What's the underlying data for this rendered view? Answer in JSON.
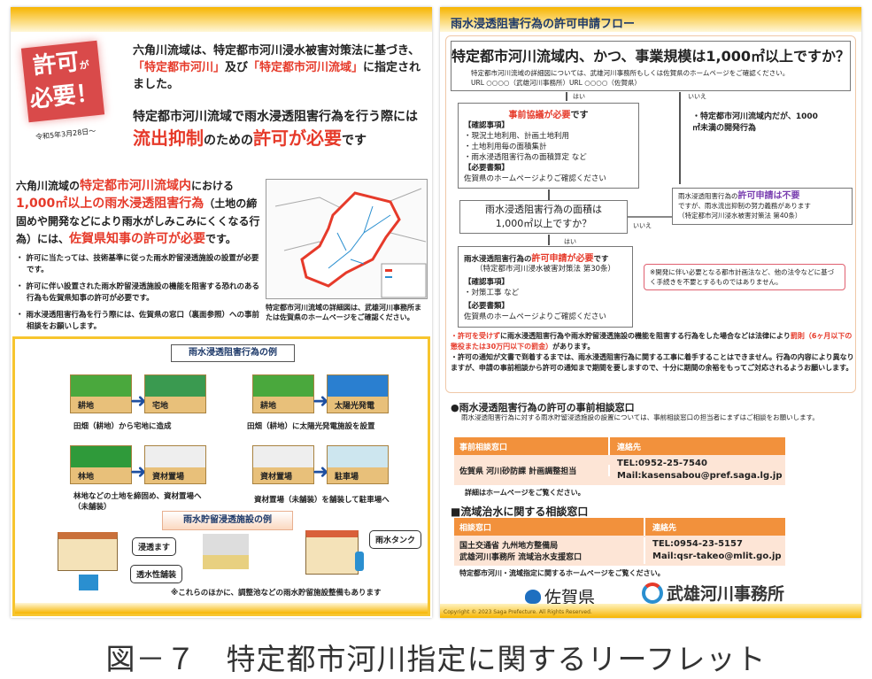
{
  "left": {
    "badge": {
      "line1": "許可",
      "small": "が",
      "line2": "必要！",
      "date": "令和5年3月28日～"
    },
    "intro": {
      "p1_a": "六角川流域は、特定都市河川浸水被害対策法に基づき、",
      "p1_red1": "「特定都市河川」",
      "p1_b": "及び",
      "p1_red2": "「特定都市河川流域」",
      "p1_c": "に指定されました。",
      "p2_a": "特定都市河川流域で雨水浸透阻害行為を行う際には",
      "p2_red1": "流出抑制",
      "p2_b": "のための",
      "p2_red2": "許可が必要",
      "p2_c": "です"
    },
    "main": {
      "a": "六角川流域の",
      "red1": "特定都市河川流域内",
      "b": "における",
      "red2": "1,000㎡以上の雨水浸透阻害行為",
      "c": "（土地の締固めや開発などにより雨水がしみこみにくくなる行為）には、",
      "red3": "佐賀県知事の許可が必要",
      "d": "です。",
      "bullets": [
        "許可に当たっては、技術基準に従った雨水貯留浸透施設の設置が必要です。",
        "許可に伴い設置された雨水貯留浸透施設の機能を阻害する恐れのある行為も佐賀県知事の許可が必要です。",
        "雨水浸透阻害行為を行う際には、佐賀県の窓口（裏面参照）への事前相談をお願いします。"
      ],
      "map_caption": "特定都市河川流域の詳細図は、武雄河川事務所または佐賀県のホームページをご確認ください。"
    },
    "examples": {
      "title": "雨水浸透阻害行為の例",
      "items": [
        {
          "from": "耕地",
          "to": "宅地",
          "caption": "田畑（耕地）から宅地に造成"
        },
        {
          "from": "耕地",
          "to": "太陽光発電",
          "caption": "田畑（耕地）に太陽光発電施設を設置"
        },
        {
          "from": "林地",
          "to": "資材置場",
          "caption": "林地などの土地を締固め、資材置場へ（未舗装）"
        },
        {
          "from": "資材置場",
          "to": "駐車場",
          "caption": "資材置場（未舗装）を舗装して駐車場へ"
        }
      ],
      "facility_title": "雨水貯留浸透施設の例",
      "labels": [
        "浸透ます",
        "透水性舗装",
        "雨水タンク"
      ],
      "note": "※これらのほかに、調整池などの雨水貯留施設整備もあります"
    }
  },
  "right": {
    "title": "雨水浸透阻害行為の許可申請フロー",
    "q1": "特定都市河川流域内、かつ、事業規模は1,000㎡以上ですか？",
    "q1_note": "特定都市河川流域の詳細図については、武雄河川事務所もしくは佐賀県のホームページをご確認ください。",
    "q1_url": "URL ○○○○（武雄河川事務所）URL ○○○○（佐賀県）",
    "yes": "はい",
    "no": "いいえ",
    "pre": {
      "title_red": "事前協議が必要",
      "title_rest": "です",
      "check_head": "【確認事項】",
      "checks": [
        "・現況土地利用、計画土地利用",
        "・土地利用毎の面積集計",
        "・雨水浸透阻害行為の面積算定 など"
      ],
      "docs_head": "【必要書類】",
      "docs": "佐賀県のホームページよりご確認ください"
    },
    "no_case": "・特定都市河川流域内だが、1000㎡未満の開発行為",
    "q2_line1": "雨水浸透阻害行為の面積は",
    "q2_line2": "1,000㎡以上ですか？",
    "not_required": {
      "a": "雨水浸透阻害行為の",
      "purple": "許可申請は不要",
      "b": "ですが、雨水流出抑制の努力義務があります",
      "c": "（特定都市河川浸水被害対策法 第40条）"
    },
    "required": {
      "a": "雨水浸透阻害行為の",
      "red": "許可申請が必要",
      "b": "です",
      "law": "（特定都市河川浸水被害対策法 第30条）",
      "check_head": "【確認事項】",
      "checks": "・対策工事 など",
      "docs_head": "【必要書類】",
      "docs": "佐賀県のホームページよりご確認ください"
    },
    "caution": "※開発に伴い必要となる都市計画法など、他の法令などに基づく手続きを不要とするものではありません。",
    "notes": {
      "n1_red": "・許可を受けず",
      "n1_a": "に雨水浸透阻害行為や雨水貯留浸透施設の機能を阻害する行為をした場合などは法律により",
      "n1_red2": "罰則（6ヶ月以下の懲役または30万円以下の罰金）",
      "n1_b": "があります。",
      "n2": "・許可の通知が文書で到着するまでは、雨水浸透阻害行為に関する工事に着手することはできません。行為の内容により異なりますが、申請の事前相談から許可の通知まで期間を要しますので、十分に期間の余裕をもってご対応されるようお願いします。"
    },
    "contact1": {
      "title": "●雨水浸透阻害行為の許可の事前相談窓口",
      "desc": "雨水浸透阻害行為に対する雨水貯留浸透施設の設置については、事前相談窓口の担当者にまずはご相談をお願いします。",
      "headers": [
        "事前相談窓口",
        "連絡先"
      ],
      "office": "佐賀県 河川砂防課 計画調整担当",
      "tel": "TEL:0952-25-7540",
      "mail": "Mail:kasensabou@pref.saga.lg.jp",
      "footer": "詳細はホームページをご覧ください。"
    },
    "contact2": {
      "title": "■流域治水に関する相談窓口",
      "headers": [
        "相談窓口",
        "連絡先"
      ],
      "office1": "国土交通省 九州地方整備局",
      "office2": "武雄河川事務所 流域治水支援窓口",
      "tel": "TEL:0954-23-5157",
      "mail": "Mail:qsr-takeo@mlit.go.jp",
      "footer": "特定都市河川・流域指定に関するホームページをご覧ください。"
    },
    "logos": [
      "佐賀県",
      "武雄河川事務所"
    ],
    "copyright": "Copyright © 2023 Saga Prefecture. All Rights Reserved."
  },
  "caption": "図－７　特定都市河川指定に関するリーフレット",
  "colors": {
    "accent_red": "#e63a2a",
    "band_yellow": "#f7b500",
    "table_orange": "#f2913c",
    "table_row": "#fde5d6",
    "purple": "#7a3fb0",
    "river_blue": "#2a8fd0"
  }
}
